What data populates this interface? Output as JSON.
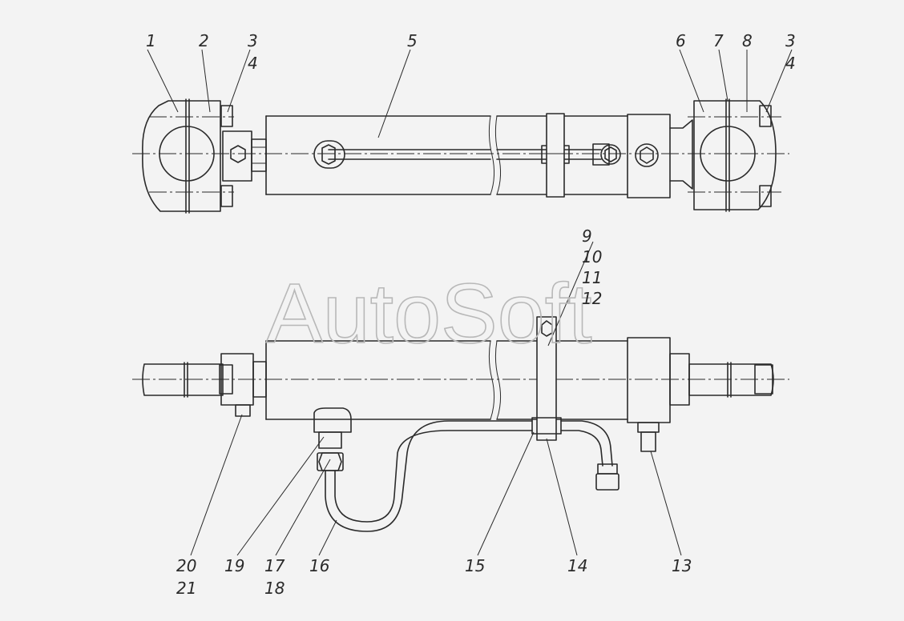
{
  "watermark": "AutoSoft",
  "callouts_top": {
    "c1": "1",
    "c2": "2",
    "c3a": "3",
    "c4a": "4",
    "c5": "5",
    "c6": "6",
    "c7": "7",
    "c8": "8",
    "c3b": "3",
    "c4b": "4"
  },
  "callouts_bottom": {
    "c9": "9",
    "c10": "10",
    "c11": "11",
    "c12": "12",
    "c13": "13",
    "c14": "14",
    "c15": "15",
    "c16": "16",
    "c17": "17",
    "c18": "18",
    "c19": "19",
    "c20": "20",
    "c21": "21"
  }
}
